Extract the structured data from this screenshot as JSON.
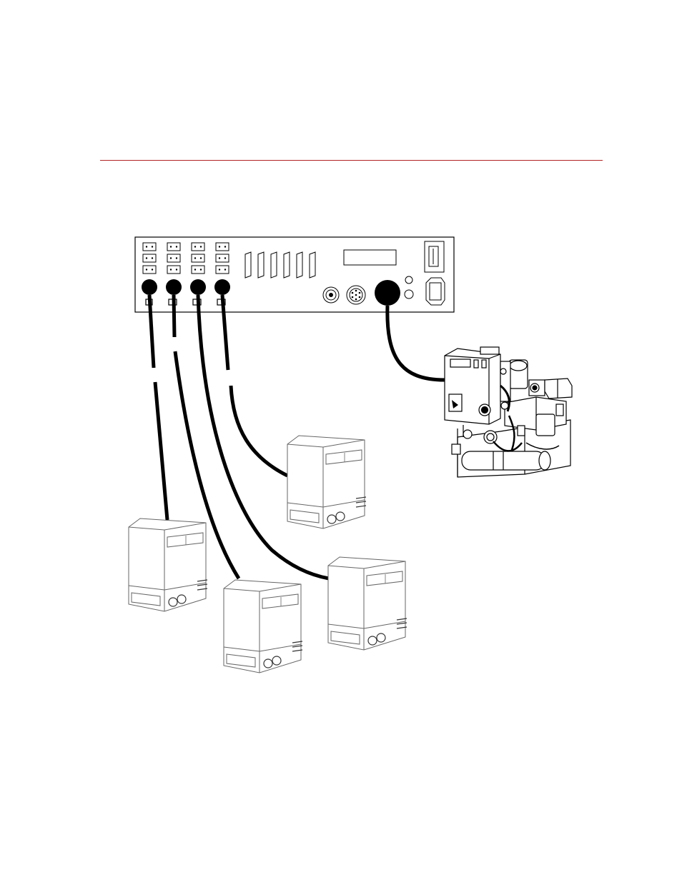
{
  "colors": {
    "rule": "#b22222",
    "line": "#000000",
    "unit_line": "#666666",
    "background": "#ffffff"
  },
  "controller": {
    "port_columns": 4,
    "connectors_per_column": 3,
    "slots": 6
  },
  "cables": {
    "heater_cables": 4,
    "sensor_cable": 1
  },
  "heater_units": 4,
  "pump_assembly": 1
}
